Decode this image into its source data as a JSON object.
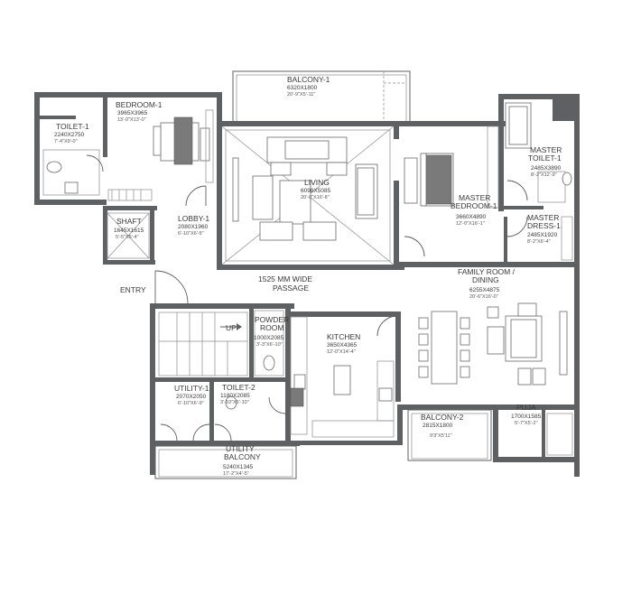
{
  "rooms": {
    "balcony1": {
      "name": "BALCONY-1",
      "dim": "6320X1800",
      "imp": "20'-9\"X5'-11\""
    },
    "bedroom1": {
      "name": "BEDROOM-1",
      "dim": "3965X3965",
      "imp": "13'-0\"X13'-0\""
    },
    "toilet1": {
      "name": "TOILET-1",
      "dim": "2240X2750",
      "imp": "7'-4\"X9'-0\""
    },
    "living": {
      "name": "LIVING",
      "dim": "6098X5085",
      "imp": "20'-0\"X16'-8\""
    },
    "lobby1": {
      "name": "LOBBY-1",
      "dim": "2080X1960",
      "imp": "6'-10\"X6'-5\""
    },
    "shaft": {
      "name": "SHAFT",
      "dim": "1645X1615",
      "imp": "5'-5\"X5'-4\""
    },
    "master_bedroom1": {
      "name1": "MASTER",
      "name2": "BEDROOM-1",
      "dim": "3660X4890",
      "imp": "12'-0\"X16'-1\""
    },
    "master_toilet1": {
      "name1": "MASTER",
      "name2": "TOILET-1",
      "dim": "2485X3890",
      "imp": "8'-2\"X12'-9\""
    },
    "master_dress1": {
      "name1": "MASTER",
      "name2": "DRESS-1",
      "dim": "2485X1920",
      "imp": "8'-2\"X6'-4\""
    },
    "passage": {
      "line1": "1525 MM WIDE",
      "line2": "PASSAGE"
    },
    "entry": {
      "name": "ENTRY"
    },
    "family": {
      "name1": "FAMILY ROOM /",
      "name2": "DINING",
      "dim": "6255X4875",
      "imp": "20'-6\"X16'-0\""
    },
    "powder": {
      "name1": "POWDER",
      "name2": "ROOM",
      "dim": "1000X2085",
      "imp": "3'-3\"X6'-10\""
    },
    "up": {
      "label": "UP"
    },
    "kitchen": {
      "name": "KITCHEN",
      "dim": "3650X4365",
      "imp": "12'-0\"X14'-4\""
    },
    "utility1": {
      "name": "UTILITY-1",
      "dim": "2070X2050",
      "imp": "6'-10\"X6'-9\""
    },
    "toilet2": {
      "name": "TOILET-2",
      "dim": "1180X2085",
      "imp": "3'-10\"X6'-10\""
    },
    "utility_balcony": {
      "name1": "UTILITY",
      "name2": "BALCONY",
      "dim": "5240X1345",
      "imp": "17'-2\"X4'-5\""
    },
    "balcony2": {
      "name": "BALCONY-2",
      "dim": "2815X1800",
      "imp": "9'3\"X5'11\""
    },
    "puja": {
      "name": "PUJA",
      "dim": "1700X1585",
      "imp": "5'-7\"X5'-2\""
    }
  }
}
